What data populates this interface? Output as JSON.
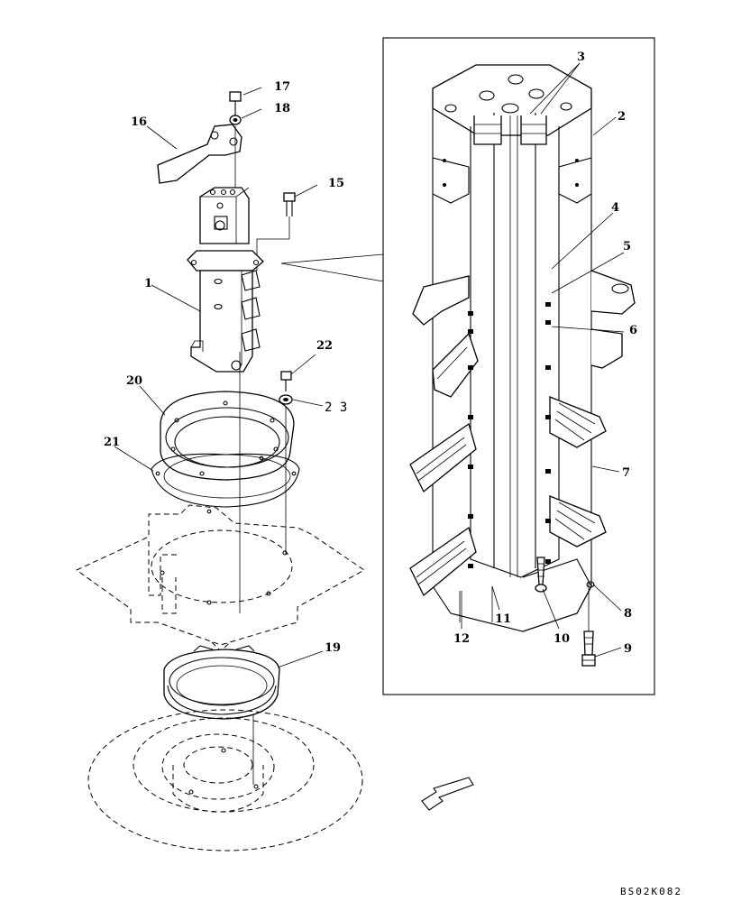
{
  "drawing_code": "BS02K082",
  "callouts": {
    "c1": "1",
    "c2": "2",
    "c3": "3",
    "c4": "4",
    "c5": "5",
    "c6": "6",
    "c7": "7",
    "c8": "8",
    "c9": "9",
    "c10": "10",
    "c11": "11",
    "c12": "12",
    "c15": "15",
    "c16": "16",
    "c17": "17",
    "c18": "18",
    "c19": "19",
    "c20": "20",
    "c21": "21",
    "c22": "22",
    "c23": "2 3"
  }
}
